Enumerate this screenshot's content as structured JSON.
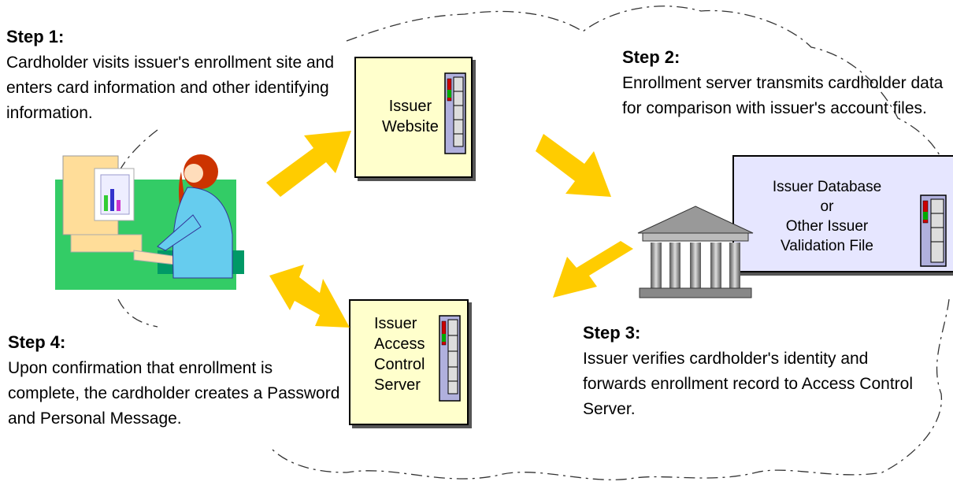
{
  "steps": {
    "step1": {
      "title": "Step 1:",
      "text": "Cardholder visits issuer's enrollment site and enters card information and other identifying information."
    },
    "step2": {
      "title": "Step 2:",
      "text": "Enrollment server transmits cardholder data for comparison with issuer's account files."
    },
    "step3": {
      "title": "Step 3:",
      "text": "Issuer verifies cardholder's identity and forwards enrollment record to Access Control Server."
    },
    "step4": {
      "title": "Step 4:",
      "text": "Upon confirmation that enrollment is complete, the cardholder creates a Password and Personal Message."
    }
  },
  "boxes": {
    "issuer_website": {
      "line1": "Issuer",
      "line2": "Website"
    },
    "issuer_acs": {
      "line1": "Issuer",
      "line2": "Access",
      "line3": "Control",
      "line4": "Server"
    },
    "issuer_db": {
      "line1": "Issuer Database",
      "line2": "or",
      "line3": "Other Issuer",
      "line4": "Validation File"
    }
  },
  "colors": {
    "arrow": "#ffcc00",
    "box_fill": "#ffffcc",
    "db_fill": "#e6e6ff",
    "server_fill": "#b0b0dd"
  },
  "icons": {
    "cardholder": "person-at-computer-icon",
    "bank": "bank-building-icon",
    "server": "server-tower-icon"
  }
}
